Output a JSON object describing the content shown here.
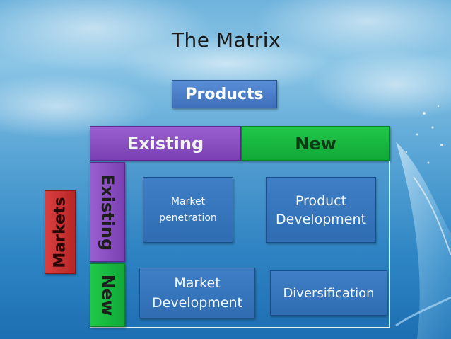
{
  "slide": {
    "title": "The Matrix",
    "products_label": "Products",
    "markets_label": "Markets",
    "columns": [
      "Existing",
      "New"
    ],
    "rows": [
      "Existing",
      "New"
    ],
    "cells": {
      "existing_existing": [
        "Market",
        "penetration"
      ],
      "existing_new": [
        "Product",
        "Development"
      ],
      "new_existing": [
        "Market",
        "Development"
      ],
      "new_new": "Diversification"
    }
  },
  "colors": {
    "existing": "#8a4fc4",
    "new": "#16b840",
    "markets": "#c83030",
    "products": "#4a7fc8",
    "cell": "#3674bb"
  }
}
